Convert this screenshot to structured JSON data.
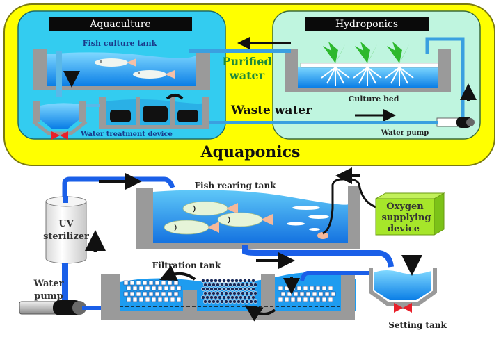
{
  "top_panel": {
    "title": "Aquaponics",
    "aquaculture": {
      "header": "Aquaculture",
      "fish_tank_label": "Fish culture tank",
      "treatment_label": "Water treatment device"
    },
    "hydroponics": {
      "header": "Hydroponics",
      "culture_bed_label": "Culture bed",
      "pump_label": "Water pump"
    },
    "purified_water_label": [
      "Purified",
      "water"
    ],
    "waste_water_label": "Waste water"
  },
  "bottom_panel": {
    "fish_rearing_label": "Fish rearing tank",
    "oxygen_device_label": [
      "Oxygen",
      "supplying",
      "device"
    ],
    "uv_sterilizer_label": [
      "UV",
      "sterilizer"
    ],
    "water_pump_label": [
      "Water",
      "pump"
    ],
    "filtration_label": "Filtration tank",
    "settling_label": "Setting tank"
  },
  "colors": {
    "outer_yellow": "#ffff00",
    "aquaculture_bg": "#33ccf0",
    "hydroponics_bg": "#bff5df",
    "water_blue": "#1e90ee",
    "pipe_blue": "#1a5fe8",
    "tank_gray": "#9a9a9a",
    "purified_text": "#1f8a3a",
    "oxygen_box": "#a6e62a",
    "valve_red": "#e8202a"
  }
}
